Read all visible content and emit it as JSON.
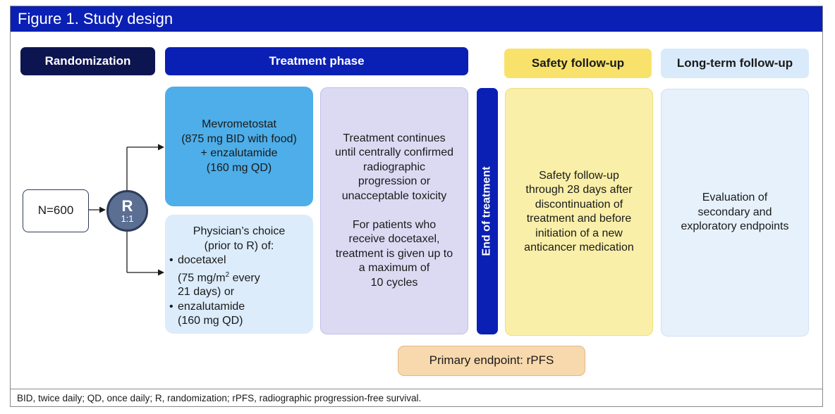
{
  "figure": {
    "title": "Figure 1. Study design",
    "footnote": "BID, twice daily; QD, once daily; R, randomization; rPFS, radiographic progression-free survival."
  },
  "headers": {
    "randomization": "Randomization",
    "treatment_phase": "Treatment phase",
    "safety_followup": "Safety follow-up",
    "longterm_followup": "Long-term follow-up"
  },
  "enrollment": {
    "n_label": "N=600"
  },
  "randomizer": {
    "letter": "R",
    "ratio": "1:1"
  },
  "arms": {
    "experimental": "Mevrometostat\n(875 mg BID with food)\n+ enzalutamide\n(160 mg QD)",
    "control": {
      "heading": "Physician’s choice\n(prior to R) of:",
      "options": [
        {
          "bullet": "•",
          "pre": "docetaxel\n(75 mg/m",
          "sup": "2",
          "post": " every\n21 days) or"
        },
        {
          "bullet": "•",
          "pre": "enzalutamide\n(160 mg QD)",
          "sup": "",
          "post": ""
        }
      ]
    }
  },
  "treatment_text": "Treatment continues\nuntil centrally confirmed\nradiographic\nprogression or\nunacceptable toxicity\n\nFor patients who\nreceive docetaxel,\ntreatment is given up to\na maximum of\n10 cycles",
  "end_of_treatment": "End of treatment",
  "safety_text": "Safety follow-up\nthrough 28 days after\ndiscontinuation of\ntreatment and before\ninitiation of a new\nanticancer medication",
  "longterm_text": "Evaluation of\nsecondary and\nexploratory endpoints",
  "primary_endpoint": "Primary endpoint: rPFS",
  "colors": {
    "title_bar": "#0a1fb4",
    "randomization_header": "#0d1550",
    "treatment_header": "#0a1fb4",
    "safety_header": "#f8e26c",
    "longterm_header": "#d9eafb",
    "experimental_arm": "#4daee9",
    "control_arm": "#dcecfb",
    "treatment_box": "#dcdaf3",
    "safety_box": "#f9efa8",
    "longterm_box": "#e6f1fc",
    "endpoint_box": "#f8d9ad",
    "randomizer_circle": "#5b6f93"
  }
}
